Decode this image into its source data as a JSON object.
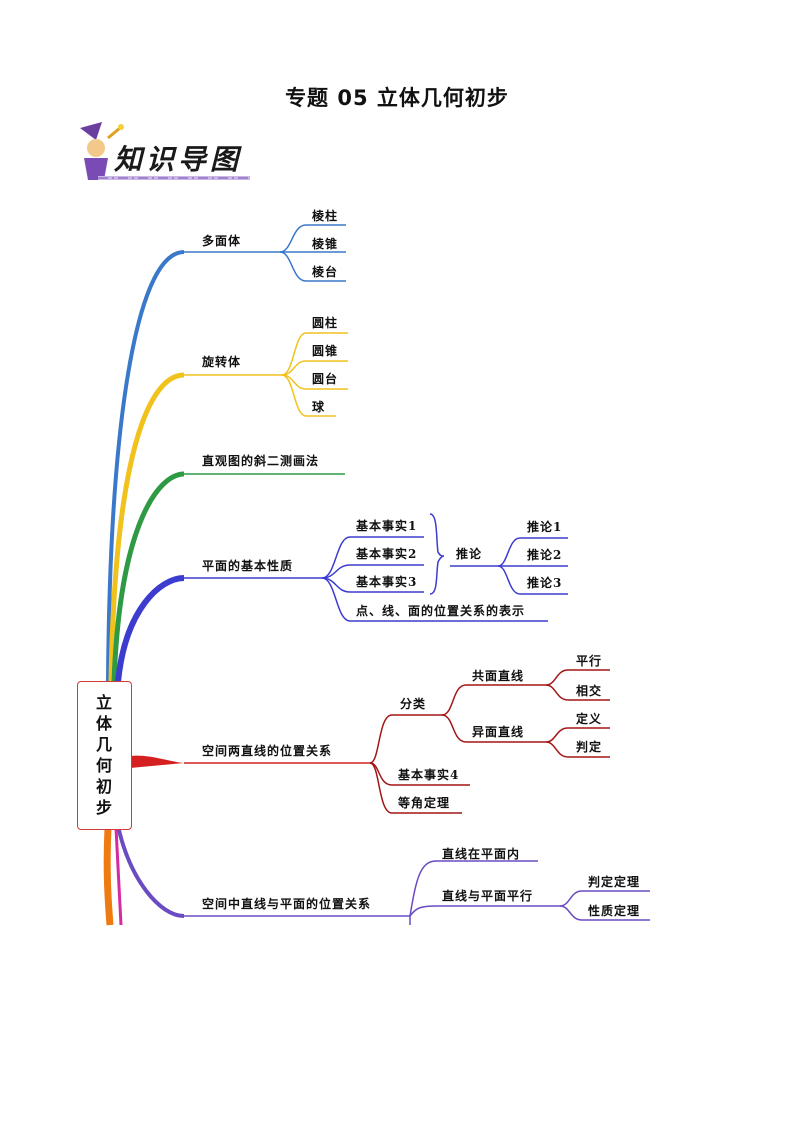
{
  "title": "专题 05  立体几何初步",
  "banner": {
    "text": "知识导图"
  },
  "root": {
    "label": "立体几何初步"
  },
  "branches": {
    "polyhedron": {
      "label": "多面体",
      "children": [
        "棱柱",
        "棱锥",
        "棱台"
      ]
    },
    "solid_of_revolution": {
      "label": "旋转体",
      "children": [
        "圆柱",
        "圆锥",
        "圆台",
        "球"
      ]
    },
    "oblique_drawing": {
      "label": "直观图的斜二测画法"
    },
    "plane_properties": {
      "label": "平面的基本性质",
      "facts": [
        "基本事实1",
        "基本事实2",
        "基本事实3"
      ],
      "corollary_label": "推论",
      "corollaries": [
        "推论1",
        "推论2",
        "推论3"
      ],
      "representation": "点、线、面的位置关系的表示"
    },
    "two_lines": {
      "label": "空间两直线的位置关系",
      "classify": "分类",
      "coplanar": "共面直线",
      "coplanar_children": [
        "平行",
        "相交"
      ],
      "skew": "异面直线",
      "skew_children": [
        "定义",
        "判定"
      ],
      "fact4": "基本事实4",
      "equal_angle": "等角定理"
    },
    "line_plane": {
      "label": "空间中直线与平面的位置关系",
      "in_plane": "直线在平面内",
      "parallel": "直线与平面平行",
      "parallel_children": [
        "判定定理",
        "性质定理"
      ]
    }
  },
  "colors": {
    "blue": "#3a78c9",
    "yellow": "#f1c21b",
    "green": "#2e9a44",
    "indigo": "#3c3ccf",
    "red": "#d42020",
    "purple": "#6a4bc2",
    "orange": "#f07a12",
    "magenta": "#d62aa0",
    "root_border": "#d23b3b"
  }
}
